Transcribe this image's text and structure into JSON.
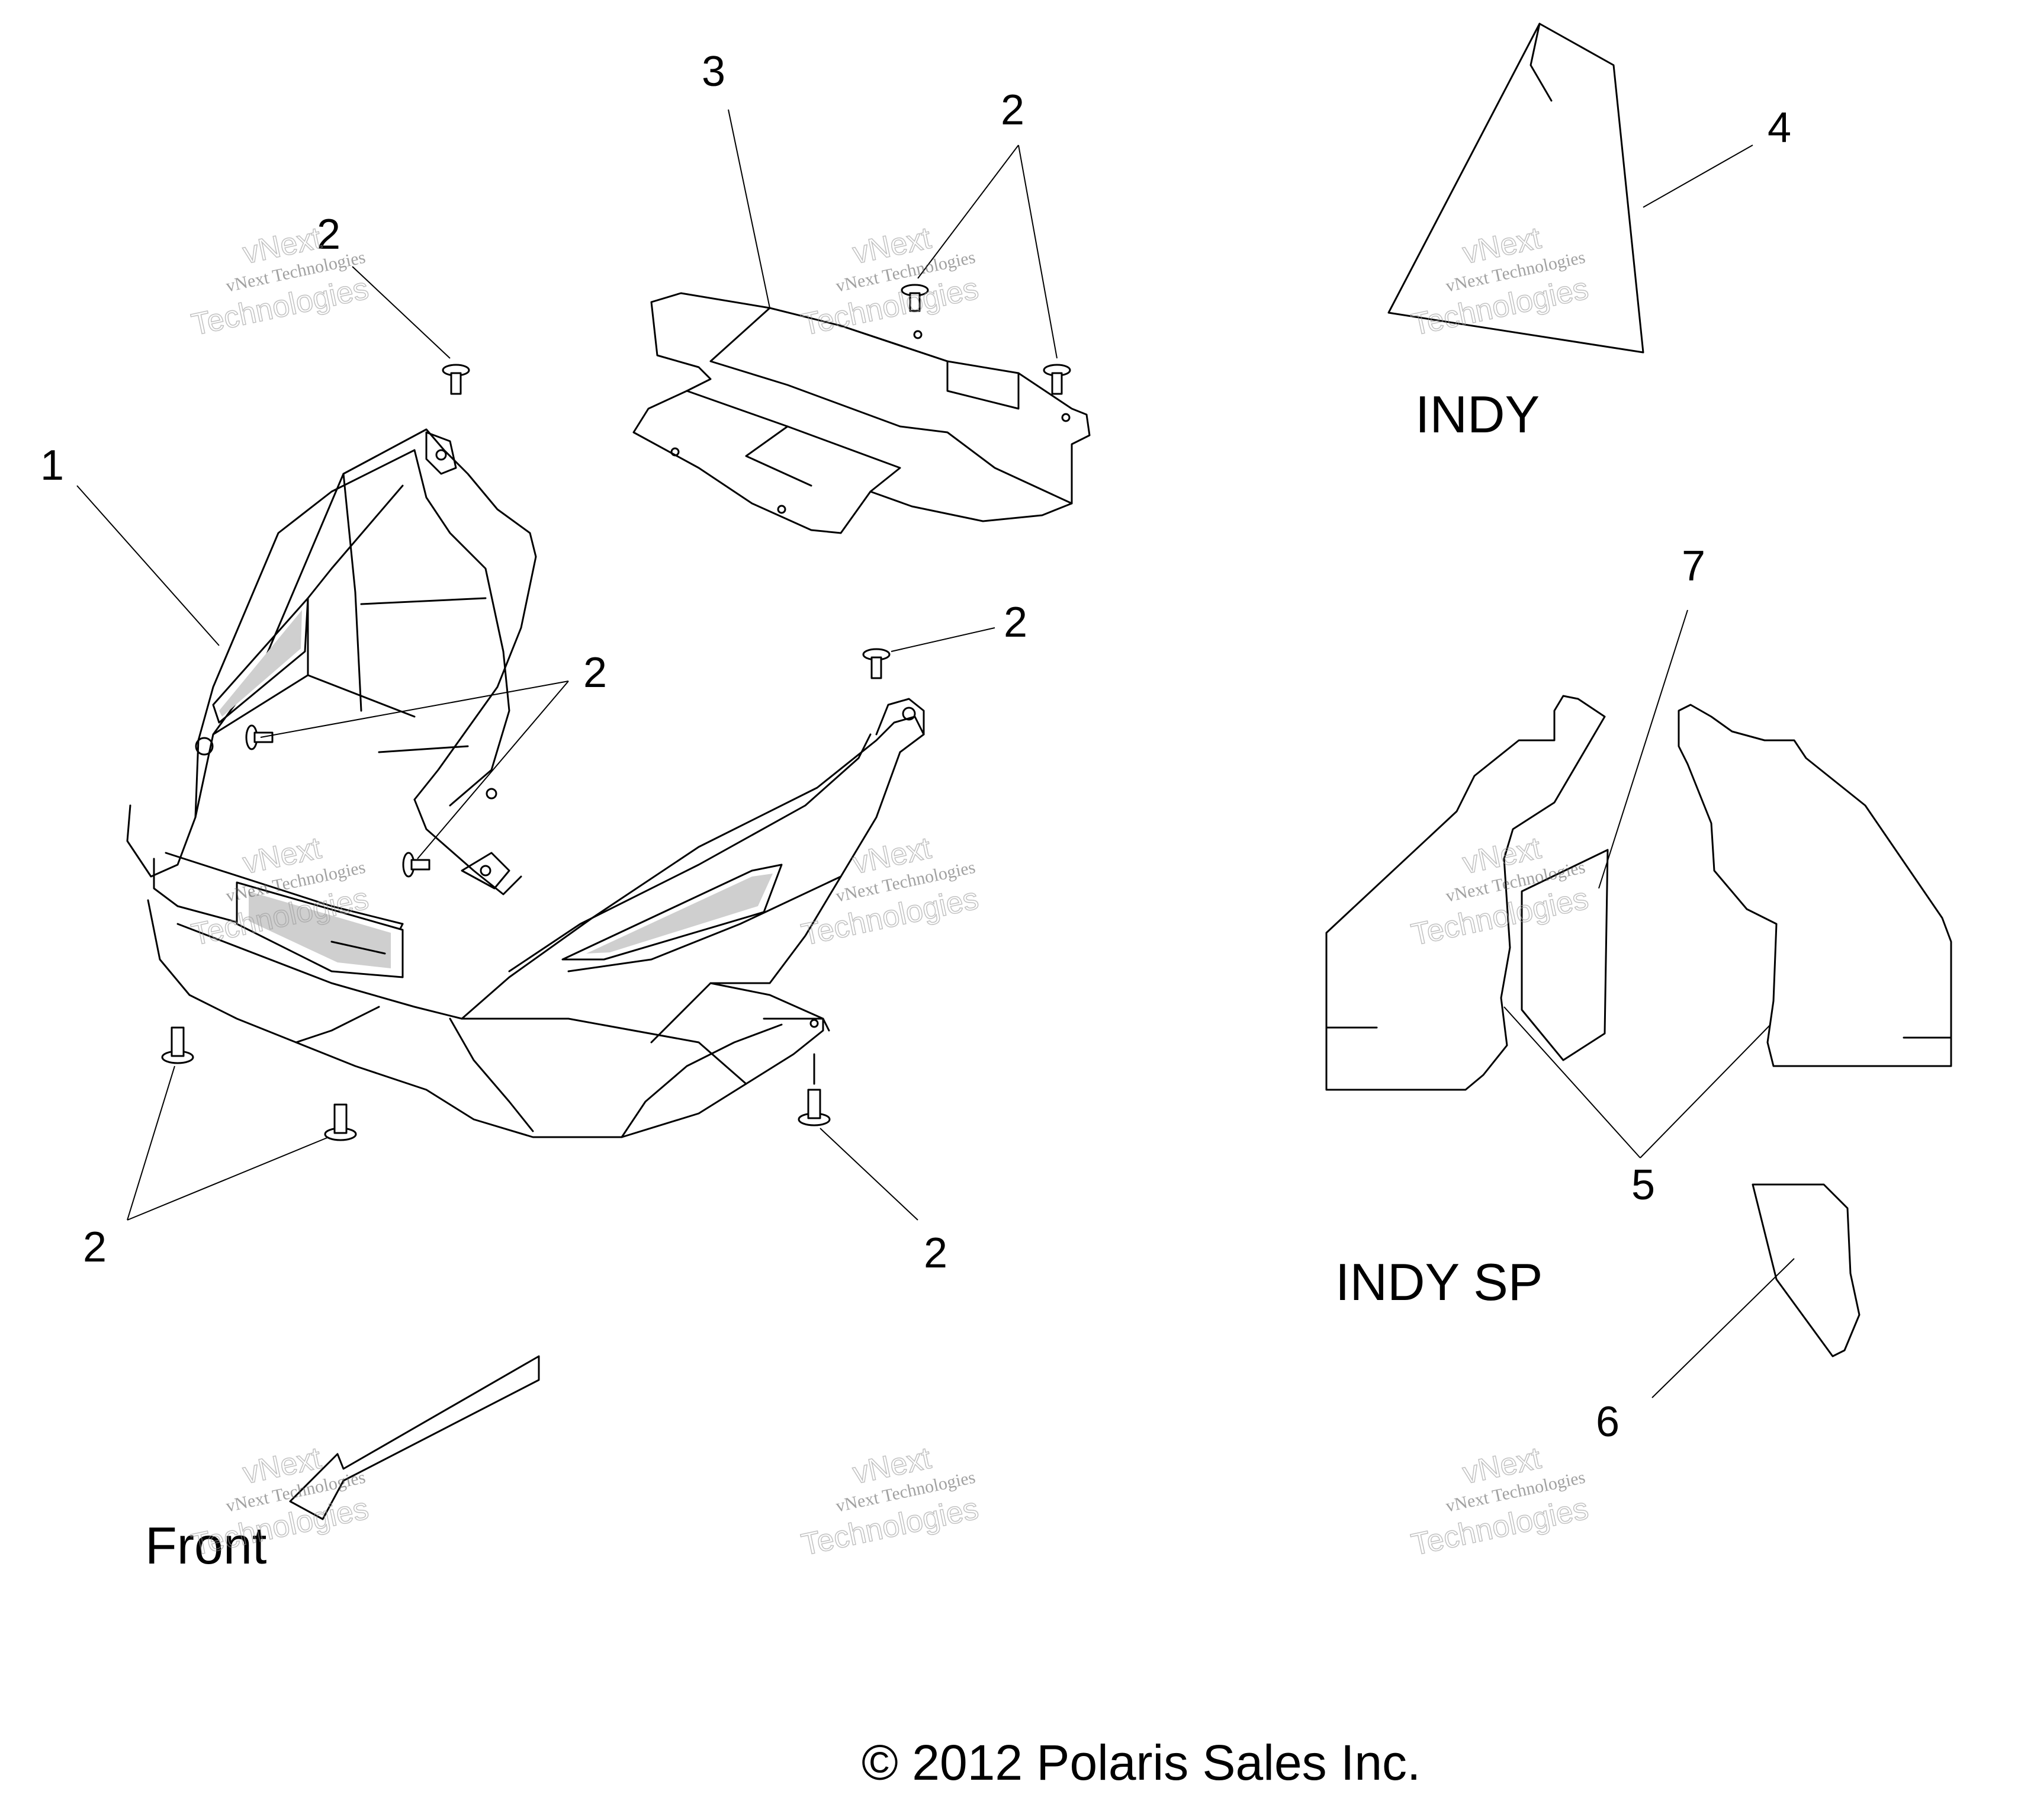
{
  "callouts": {
    "c1": "1",
    "c2": "2",
    "c3": "3",
    "c4": "4",
    "c5": "5",
    "c6": "6",
    "c7": "7"
  },
  "labels": {
    "indy": "INDY",
    "indy_sp": "INDY SP",
    "front": "Front"
  },
  "copyright": "© 2012 Polaris Sales Inc.",
  "watermark": {
    "line1": "vNext",
    "line2": "vNext Technologies",
    "line3": "Technologies"
  }
}
